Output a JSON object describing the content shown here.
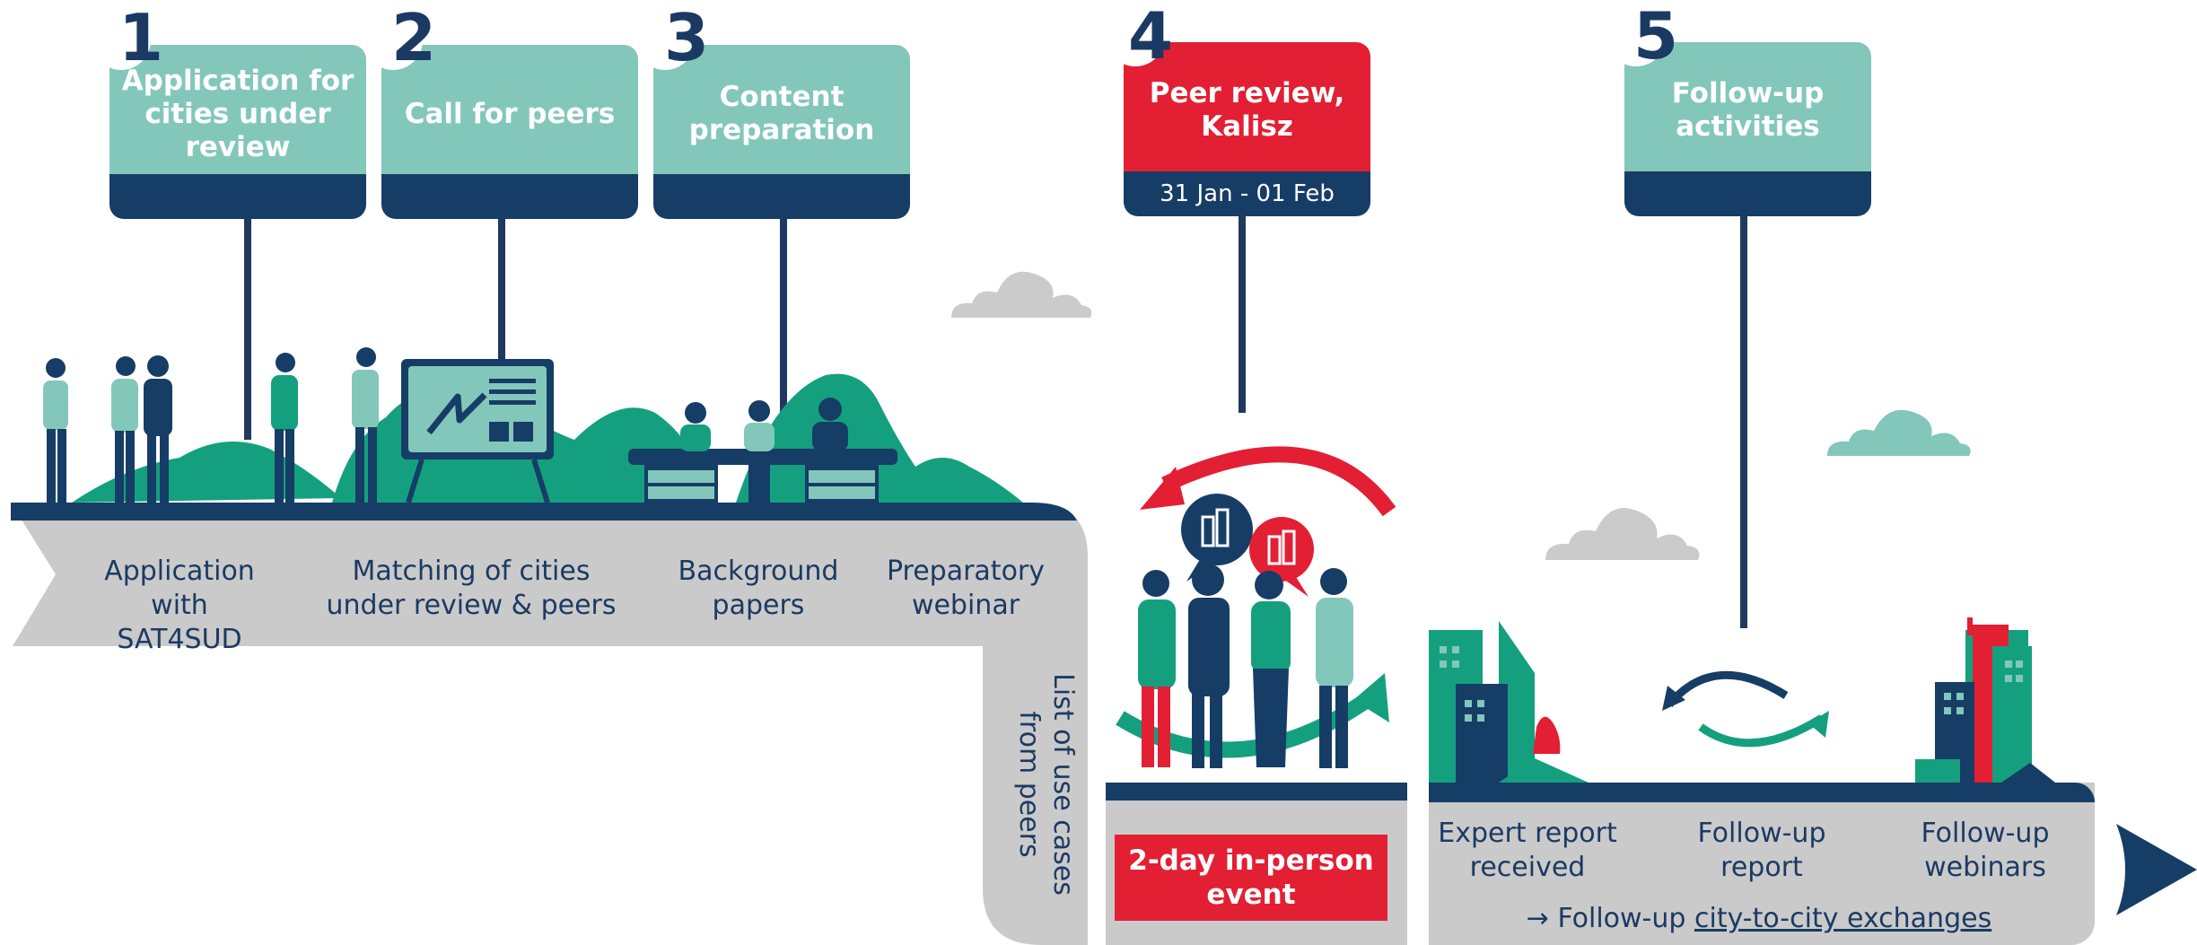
{
  "steps": [
    {
      "number": "1",
      "title": "Application for cities under review"
    },
    {
      "number": "2",
      "title": "Call for peers"
    },
    {
      "number": "3",
      "title": "Content preparation"
    },
    {
      "number": "4",
      "title": "Peer review, Kalisz",
      "date": "31 Jan - 01 Feb"
    },
    {
      "number": "5",
      "title": "Follow-up activities"
    }
  ],
  "band": {
    "application": "Application with SAT4SUD",
    "matching": "Matching of cities under review & peers",
    "background": "Background papers",
    "webinar": "Preparatory webinar",
    "use_cases": "List of use cases from peers",
    "event": "2-day in-person event",
    "expert_report": "Expert report received",
    "followup_report": "Follow-up report",
    "followup_webinars": "Follow-up webinars",
    "exchanges_prefix": "→ Follow-up ",
    "exchanges_link": "city-to-city exchanges"
  },
  "colors": {
    "teal_light": "#83c7bb",
    "teal": "#14a07f",
    "navy": "#163d66",
    "red": "#e31f34",
    "grey": "#cacaca"
  }
}
